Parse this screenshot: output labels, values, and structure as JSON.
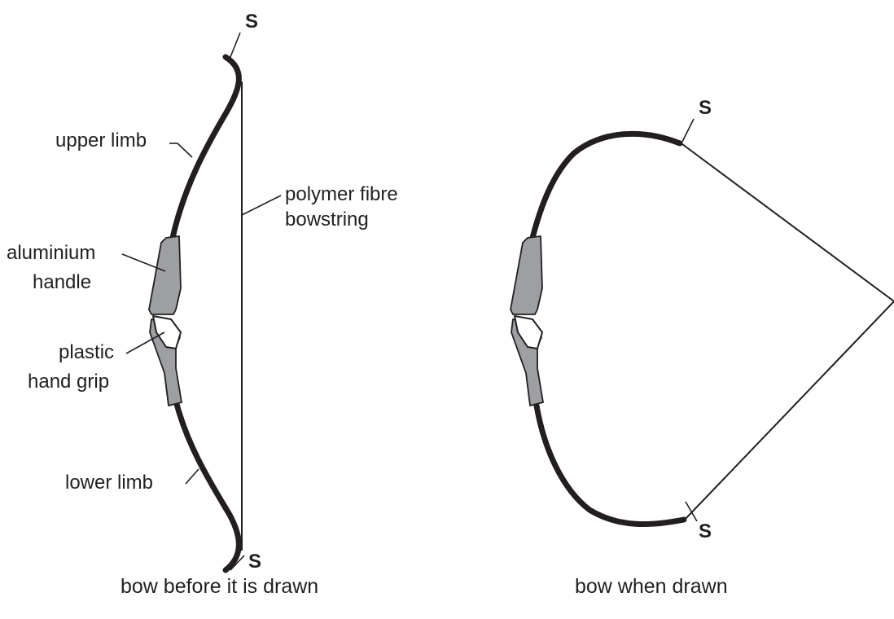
{
  "left_bow": {
    "labels": {
      "upper_limb": "upper limb",
      "bowstring_line1": "polymer fibre",
      "bowstring_line2": "bowstring",
      "handle_line1": "aluminium",
      "handle_line2": "handle",
      "grip_line1": "plastic",
      "grip_line2": "hand grip",
      "lower_limb": "lower limb",
      "s_top": "S",
      "s_bottom": "S"
    },
    "caption": "bow before it is drawn"
  },
  "right_bow": {
    "labels": {
      "s_top": "S",
      "s_bottom": "S"
    },
    "caption": "bow when drawn"
  },
  "colors": {
    "line": "#231f20",
    "handle_fill": "#9d9fa2",
    "background": "#ffffff"
  }
}
